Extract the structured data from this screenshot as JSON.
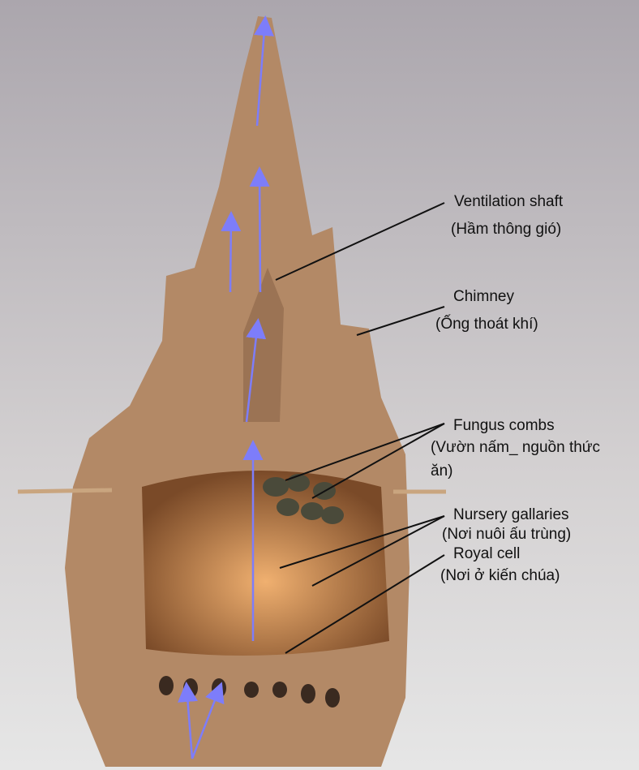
{
  "labels": {
    "ventilation": {
      "en": "Ventilation shaft",
      "vi": "(Hầm thông gió)"
    },
    "chimney": {
      "en": "Chimney",
      "vi": "(Ống thoát khí)"
    },
    "fungus": {
      "en": "Fungus combs",
      "vi": "(Vườn nấm_ nguồn thức",
      "vi2": "ăn)"
    },
    "nursery": {
      "en": "Nursery gallaries",
      "vi": "(Nơi nuôi ấu trùng)"
    },
    "royal": {
      "en": "Royal cell",
      "vi": "(Nơi ở kiến chúa)"
    }
  },
  "colors": {
    "arrow": "#7d7dfa",
    "mound": "#b58a64",
    "leader": "#111111"
  }
}
